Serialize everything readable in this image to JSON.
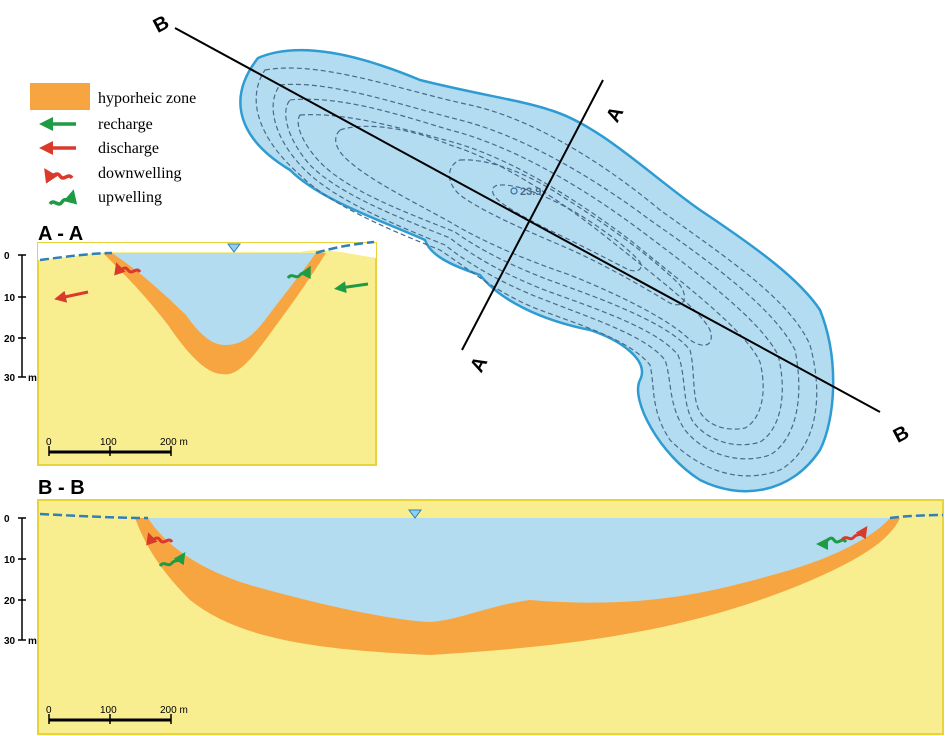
{
  "legend": {
    "items": [
      {
        "key": "hyporheic",
        "label": "hyporheic zone",
        "symbol": "orange-swatch",
        "color": "#F7A541"
      },
      {
        "key": "recharge",
        "label": "recharge",
        "symbol": "arrow-left",
        "color": "#1E9B45"
      },
      {
        "key": "discharge",
        "label": "discharge",
        "symbol": "arrow-left",
        "color": "#D93A2B"
      },
      {
        "key": "downwelling",
        "label": "downwelling",
        "symbol": "wavy-arrow",
        "color": "#D93A2B"
      },
      {
        "key": "upwelling",
        "label": "upwelling",
        "symbol": "wavy-arrow",
        "color": "#1E9B45"
      }
    ]
  },
  "map": {
    "section_a": {
      "end1": "A",
      "end2": "A"
    },
    "section_b": {
      "end1": "B",
      "end2": "B"
    },
    "max_depth_label": "23.9"
  },
  "section_aa": {
    "title": "A - A",
    "depth_ticks": [
      "0",
      "10",
      "20",
      "30"
    ],
    "depth_unit": "m",
    "scale_ticks": [
      "0",
      "100",
      "200 m"
    ]
  },
  "section_bb": {
    "title": "B - B",
    "depth_ticks": [
      "0",
      "10",
      "20",
      "30"
    ],
    "depth_unit": "m",
    "scale_ticks": [
      "0",
      "100",
      "200 m"
    ]
  },
  "colors": {
    "water": "#B3DCF0",
    "lake_outline": "#2E9BD2",
    "ground": "#F9EE8F",
    "ground_outline": "#E8D43A",
    "hyporheic": "#F7A541",
    "contour": "#4A6A8A",
    "recharge": "#1E9B45",
    "discharge": "#D93A2B",
    "water_table": "#2F7FB8"
  }
}
